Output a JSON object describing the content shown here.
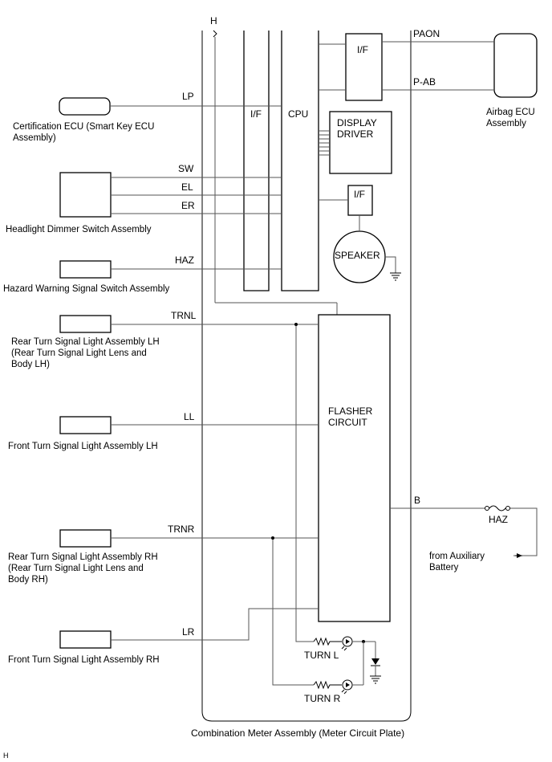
{
  "figure_id": "H",
  "meter": {
    "caption": "Combination Meter Assembly (Meter Circuit Plate)",
    "ground_tag": "H",
    "if_left": "I/F",
    "cpu": "CPU",
    "if_top": "I/F",
    "display_driver_line1": "DISPLAY",
    "display_driver_line2": "DRIVER",
    "if_speaker": "I/F",
    "speaker": "SPEAKER",
    "flasher_line1": "FLASHER",
    "flasher_line2": "CIRCUIT",
    "turn_l": "TURN L",
    "turn_r": "TURN R"
  },
  "signals": {
    "paon": "PAON",
    "pab": "P-AB",
    "lp": "LP",
    "sw": "SW",
    "el": "EL",
    "er": "ER",
    "haz": "HAZ",
    "trnl": "TRNL",
    "ll": "LL",
    "trnr": "TRNR",
    "lr": "LR",
    "b": "B",
    "fuse": "HAZ"
  },
  "components": {
    "airbag_line1": "Airbag ECU",
    "airbag_line2": "Assembly",
    "cert_line1": "Certification ECU (Smart Key ECU",
    "cert_line2": "Assembly)",
    "dimmer": "Headlight Dimmer Switch Assembly",
    "hazard": "Hazard Warning Signal Switch Assembly",
    "rear_lh_line1": "Rear Turn  Signal Light Assembly LH",
    "rear_lh_line2": "(Rear Turn  Signal Light Lens and",
    "rear_lh_line3": "Body LH)",
    "front_lh": "Front Turn  Signal Light Assembly LH",
    "rear_rh_line1": "Rear Turn  Signal Light Assembly RH",
    "rear_rh_line2": "(Rear Turn  Signal Light Lens and",
    "rear_rh_line3": "Body RH)",
    "front_rh": "Front Turn  Signal Light Assembly RH",
    "battery_line1": "from Auxiliary",
    "battery_line2": "Battery"
  }
}
